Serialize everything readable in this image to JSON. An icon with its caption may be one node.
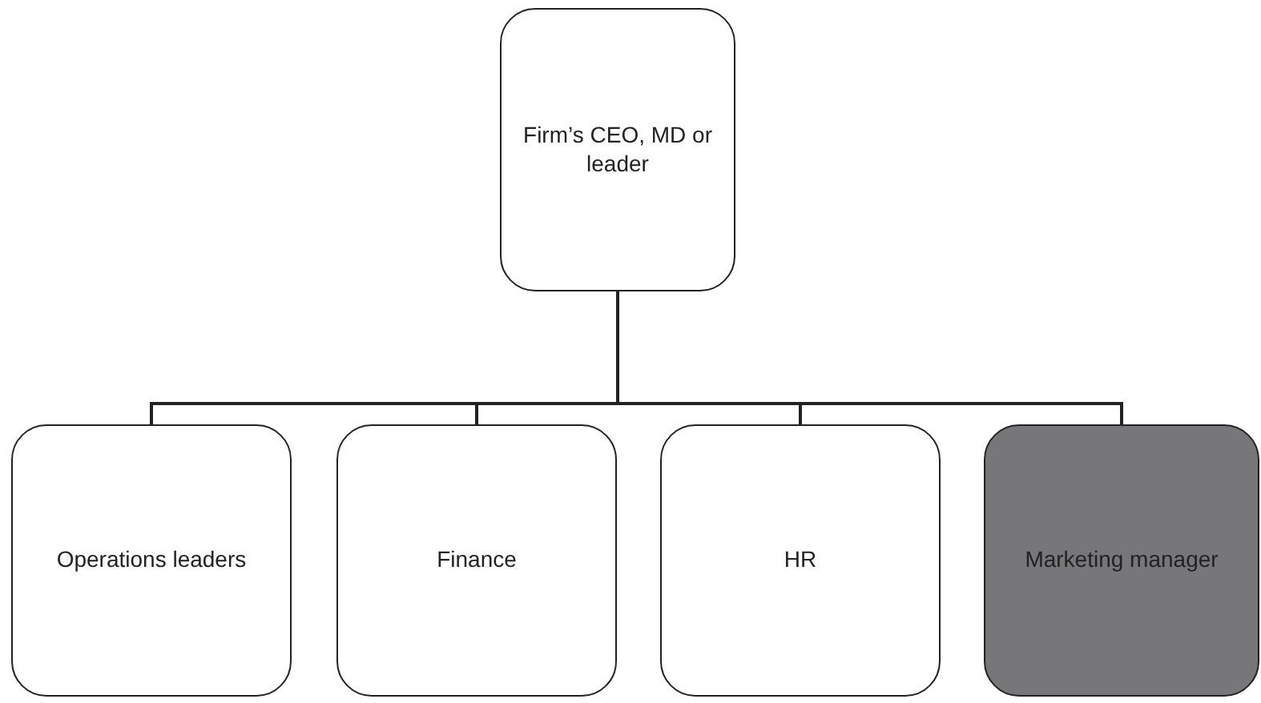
{
  "diagram": {
    "nodes": [
      {
        "text": [
          "Firm’s CEO, MD or leader"
        ]
      },
      {
        "text": [
          "Operations leaders"
        ]
      },
      {
        "text": [
          "Finance"
        ]
      },
      {
        "text": [
          "HR"
        ]
      },
      {
        "text": [
          "Marketing manager"
        ]
      }
    ],
    "edges": [
      {
        "from": 0,
        "to": 1,
        "arrow": "none"
      },
      {
        "from": 0,
        "to": 2,
        "arrow": "none"
      },
      {
        "from": 0,
        "to": 3,
        "arrow": "none"
      },
      {
        "from": 0,
        "to": 4,
        "arrow": "none"
      }
    ]
  }
}
